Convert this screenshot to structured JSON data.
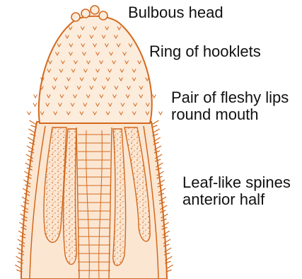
{
  "labels": {
    "bulbous_head": "Bulbous head",
    "ring_of_hooklets": "Ring of hooklets",
    "fleshy_lips": [
      "Pair of fleshy lips",
      "round mouth"
    ],
    "leaf_spines": [
      "Leaf-like spines",
      "anterior half"
    ]
  },
  "colors": {
    "outline": "#d2691e",
    "body_fill": "#fbe6d2",
    "head_fill": "#fcecdc",
    "organ_fill": "#f4d2b4",
    "text": "#111111",
    "background": "#ffffff"
  }
}
